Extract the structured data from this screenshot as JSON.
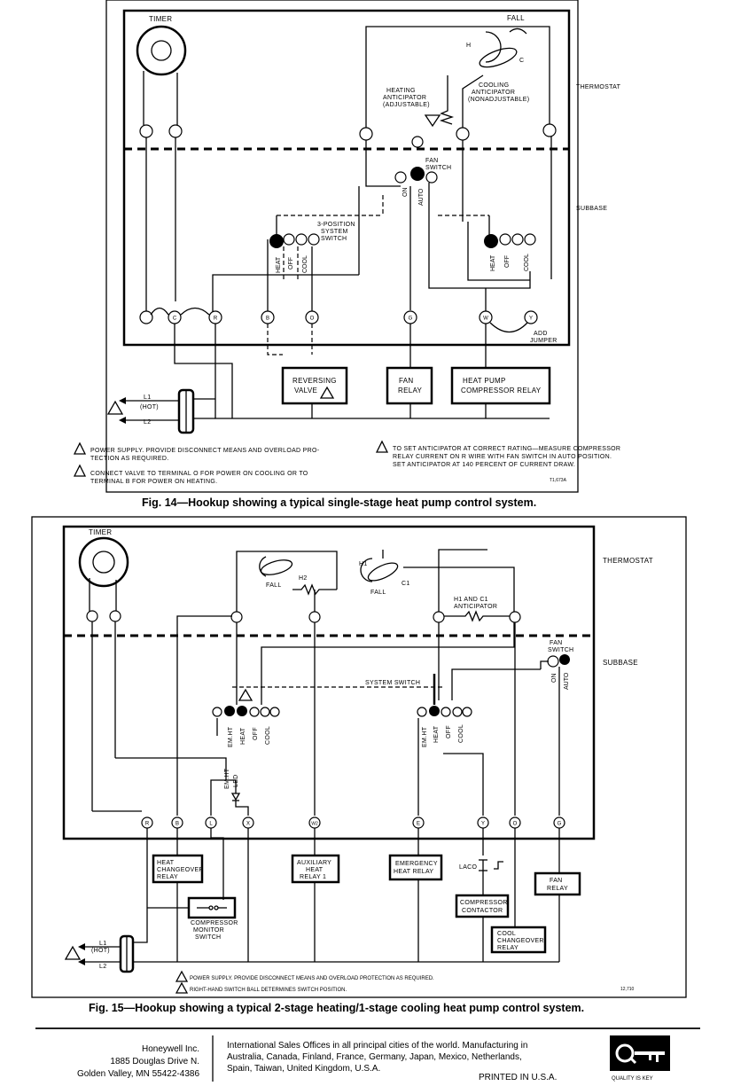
{
  "fig14": {
    "timer": "TIMER",
    "fall": "FALL",
    "heating_anticipator": [
      "HEATING",
      "ANTICIPATOR",
      "(ADJUSTABLE)"
    ],
    "cooling_anticipator": [
      "COOLING",
      "ANTICIPATOR",
      "(NONADJUSTABLE)"
    ],
    "thermostat": "THERMOSTAT",
    "subbase": "SUBBASE",
    "fan_switch": [
      "FAN",
      "SWITCH"
    ],
    "fan_on": "ON",
    "fan_auto": "AUTO",
    "system_switch": [
      "3-POSITION",
      "SYSTEM",
      "SWITCH"
    ],
    "heat": "HEAT",
    "off": "OFF",
    "cool": "COOL",
    "terminals": [
      "C",
      "R",
      "B",
      "O",
      "G",
      "W",
      "Y"
    ],
    "add_jumper": [
      "ADD",
      "JUMPER"
    ],
    "h": "H",
    "c": "C",
    "reversing_valve": [
      "REVERSING",
      "VALVE"
    ],
    "fan_relay": [
      "FAN",
      "RELAY"
    ],
    "heat_pump_relay": [
      "HEAT PUMP",
      "COMPRESSOR RELAY"
    ],
    "l1": "L1",
    "hot": "(HOT)",
    "l2": "L2",
    "note1": [
      "POWER SUPPLY. PROVIDE DISCONNECT MEANS AND OVERLOAD PRO-",
      "TECTION AS REQUIRED."
    ],
    "note2": [
      "CONNECT VALVE TO TERMINAL O FOR POWER ON COOLING OR TO",
      "TERMINAL B FOR POWER ON HEATING."
    ],
    "note3": [
      "TO SET ANTICIPATOR AT CORRECT RATING—MEASURE COMPRESSOR",
      "RELAY CURRENT ON R WIRE WITH FAN SWITCH IN AUTO POSITION.",
      "SET ANTICIPATOR AT 140 PERCENT OF CURRENT DRAW."
    ],
    "code": "T1,673A",
    "caption": "Fig. 14—Hookup showing a typical single-stage heat pump control system."
  },
  "fig15": {
    "timer": "TIMER",
    "thermostat": "THERMOSTAT",
    "subbase": "SUBBASE",
    "fall": "FALL",
    "h1": "H1",
    "h2": "H2",
    "c1": "C1",
    "h1_c1_anticipator": [
      "H1 AND C1",
      "ANTICIPATOR"
    ],
    "fan_switch": [
      "FAN",
      "SWITCH"
    ],
    "fan_on": "ON",
    "fan_auto": "AUTO",
    "system_switch": "SYSTEM SWITCH",
    "em_ht": "EM.HT",
    "heat": "HEAT",
    "off": "OFF",
    "cool": "COOL",
    "em_ht_led": [
      "EM.HT",
      "LED"
    ],
    "terminals": [
      "R",
      "B",
      "L",
      "X",
      "W2",
      "E",
      "Y",
      "O",
      "G"
    ],
    "heat_changeover": [
      "HEAT",
      "CHANGEOVER",
      "RELAY"
    ],
    "auxiliary_heat": [
      "AUXILIARY",
      "HEAT",
      "RELAY 1"
    ],
    "emergency_heat": [
      "EMERGENCY",
      "HEAT RELAY"
    ],
    "laco": "LACO",
    "fan_relay": [
      "FAN",
      "RELAY"
    ],
    "compressor_contactor": [
      "COMPRESSOR",
      "CONTACTOR"
    ],
    "compressor_monitor": [
      "COMPRESSOR",
      "MONITOR",
      "SWITCH"
    ],
    "cool_changeover": [
      "COOL",
      "CHANGEOVER",
      "RELAY"
    ],
    "l1": "L1",
    "hot": "(HOT)",
    "l2": "L2",
    "note1": "POWER SUPPLY. PROVIDE DISCONNECT MEANS AND OVERLOAD PROTECTION AS REQUIRED.",
    "note2": "RIGHT-HAND SWITCH BALL DETERMINES SWITCH POSITION.",
    "code": "12,710",
    "caption": "Fig. 15—Hookup showing a typical 2-stage heating/1-stage cooling heat pump control system."
  },
  "footer": {
    "company": [
      "Honeywell Inc.",
      "1885 Douglas Drive N.",
      "Golden Valley, MN 55422-4386"
    ],
    "offices": [
      "International Sales Offices in all principal cities of the world. Manufacturing in",
      "Australia, Canada, Finland, France, Germany, Japan, Mexico, Netherlands,",
      "Spain, Taiwan, United Kingdom, U.S.A."
    ],
    "printed": "PRINTED IN U.S.A.",
    "logo_tagline": "QUALITY IS KEY"
  }
}
